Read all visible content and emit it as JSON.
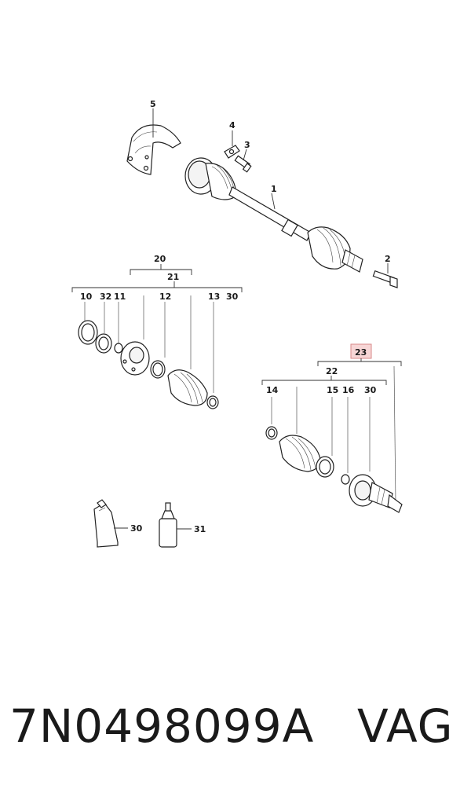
{
  "callouts": {
    "c1": "1",
    "c2": "2",
    "c3": "3",
    "c4": "4",
    "c5": "5",
    "c20": "20",
    "c21": "21",
    "c10": "10",
    "c32": "32",
    "c11": "11",
    "c12": "12",
    "c13": "13",
    "c30a": "30",
    "c23": "23",
    "c22": "22",
    "c14": "14",
    "c15": "15",
    "c16": "16",
    "c30b": "30",
    "c30c": "30",
    "c31": "31"
  },
  "highlight_color": "#f7d6d6",
  "footer": {
    "part_number": "7N0498099A",
    "brand": "VAG"
  }
}
